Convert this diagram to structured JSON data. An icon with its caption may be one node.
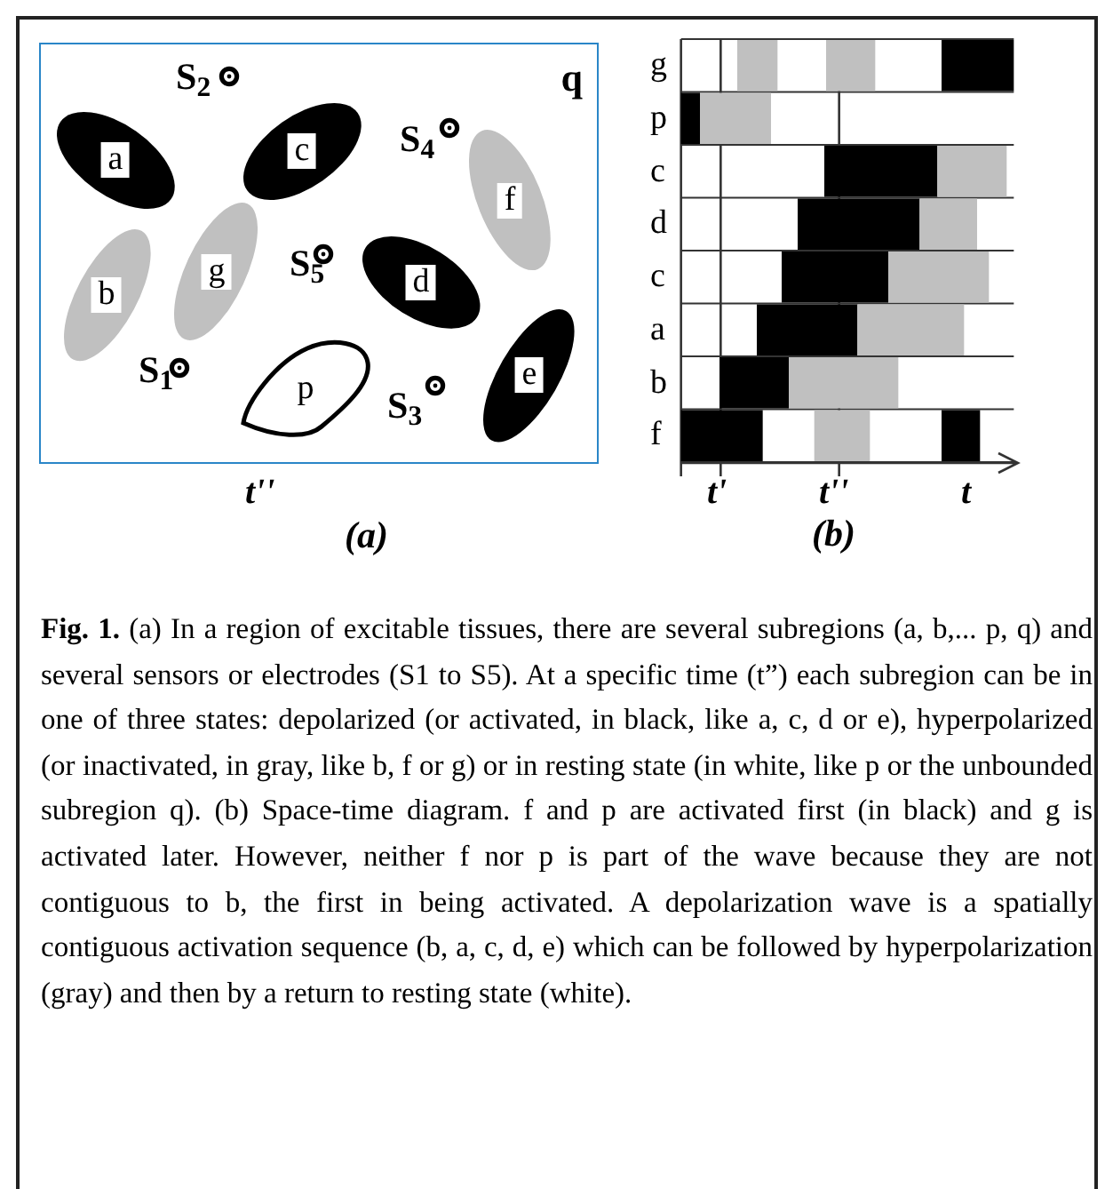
{
  "diagram": {
    "nodes": [
      {
        "text": [
          "q"
        ]
      },
      {
        "text": [
          "a"
        ],
        "in": 0
      },
      {
        "text": [
          "c"
        ],
        "in": 0
      },
      {
        "text": [
          "f"
        ],
        "in": 0
      },
      {
        "text": [
          "b"
        ],
        "in": 0
      },
      {
        "text": [
          "g"
        ],
        "in": 0
      },
      {
        "text": [
          "d"
        ],
        "in": 0
      },
      {
        "text": [
          "e"
        ],
        "in": 0
      },
      {
        "text": [
          "p"
        ],
        "in": 0
      }
    ],
    "labels": [
      "S$_{2}$",
      "S$_{4}$",
      "S$_{5}$",
      "S$_{1}$",
      "S$_{3}$",
      "t''",
      "(a)",
      "g",
      "p",
      "c",
      "d",
      "c",
      "a",
      "b",
      "f",
      "t'",
      "t''",
      "t",
      "(b)"
    ],
    "caption": "**Fig. 1.** (a) In a region of excitable tissues, there are several subregions (a, b,... p, q) and several sensors or electrodes (S1 to S5). At a specific time (t”) each subregion can be in one of three states: depolarized (or activated, in black, like a, c, d or e), hyperpolarized (or inactivated, in gray, like b, f or g) or in resting state (in white, like p or the unbounded subregion q). (b) Space-time diagram. f and p are activated first (in black) and g is activated later. However, neither f nor p is part of the wave because they are not contiguous to b, the first in being activated. A depolarization wave is a spatially contiguous activation sequence (b, a, c, d, e) which can be followed by hyperpolarization (gray) and then by a return to resting state (white)."
  }
}
